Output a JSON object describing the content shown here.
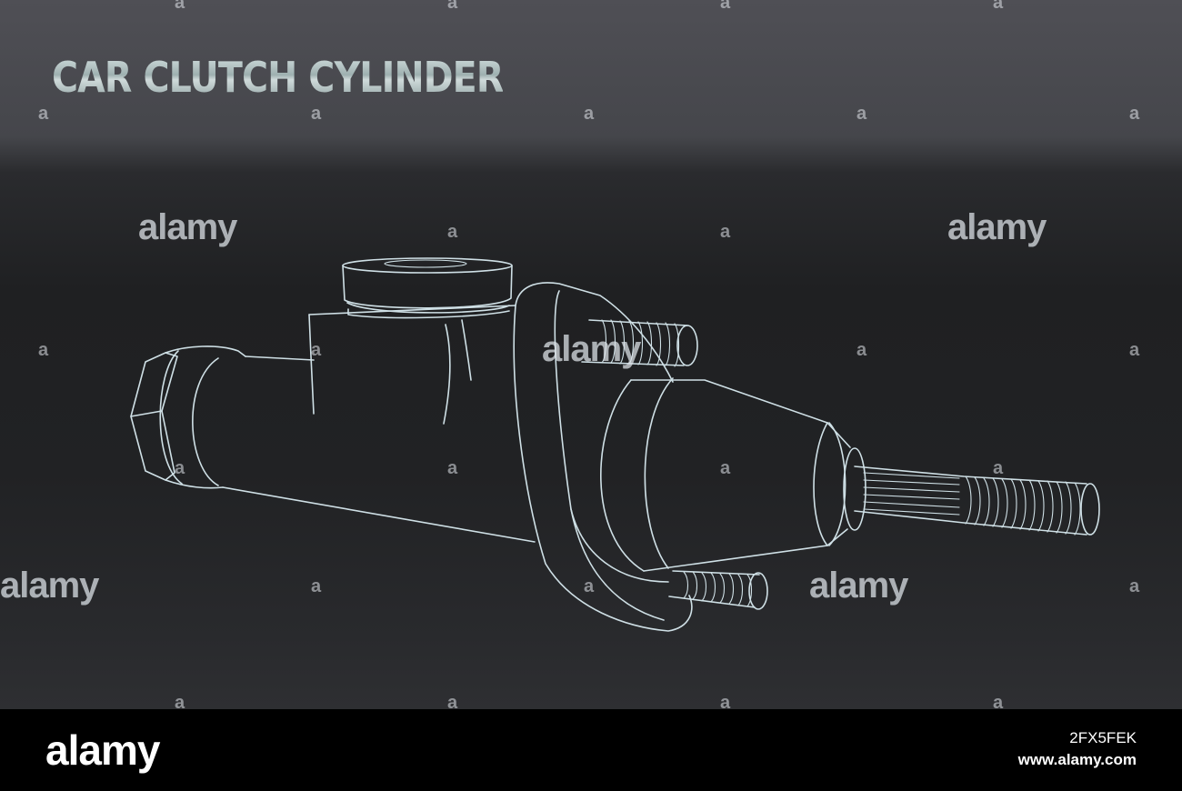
{
  "title": "CAR CLUTCH CYLINDER",
  "watermark": {
    "word": "alamy",
    "glyph": "a"
  },
  "footer": {
    "logo": "alamy",
    "image_id": "2FX5FEK",
    "url": "www.alamy.com"
  },
  "colors": {
    "line": "#cfe0e6",
    "footer_background": "#000000"
  }
}
